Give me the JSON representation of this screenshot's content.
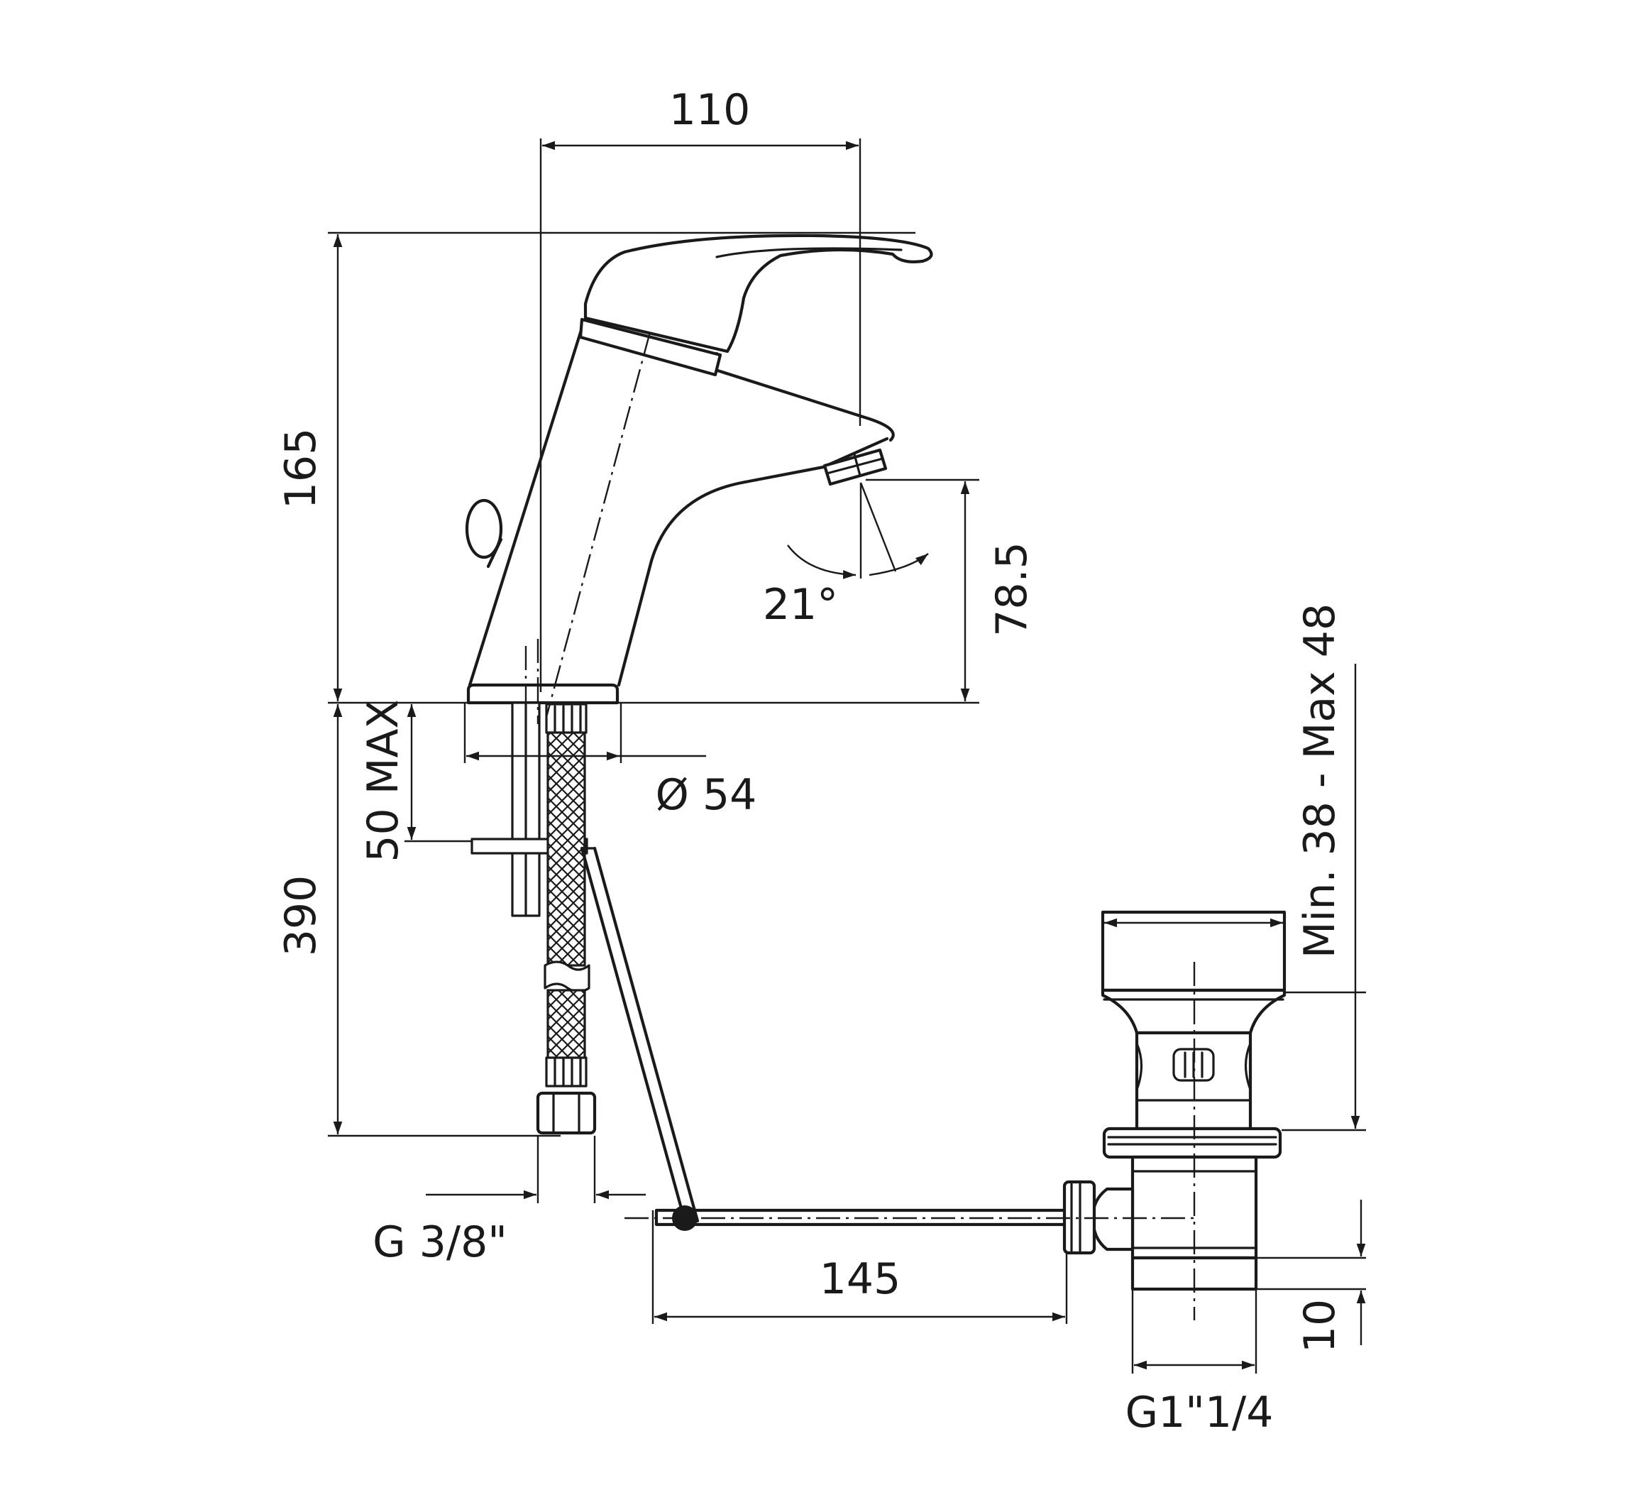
{
  "dimensions": {
    "top_width": "110",
    "total_height": "165",
    "spout_height": "78.5",
    "spout_angle": "21°",
    "base_diameter": "Ø 54",
    "max_thickness": "50 MAX",
    "hose_length": "390",
    "hose_thread": "G 3/8\"",
    "rod_length": "145",
    "waste_range": "Min. 38 - Max 48",
    "waste_tail": "10",
    "waste_thread": "G1\"1/4"
  }
}
